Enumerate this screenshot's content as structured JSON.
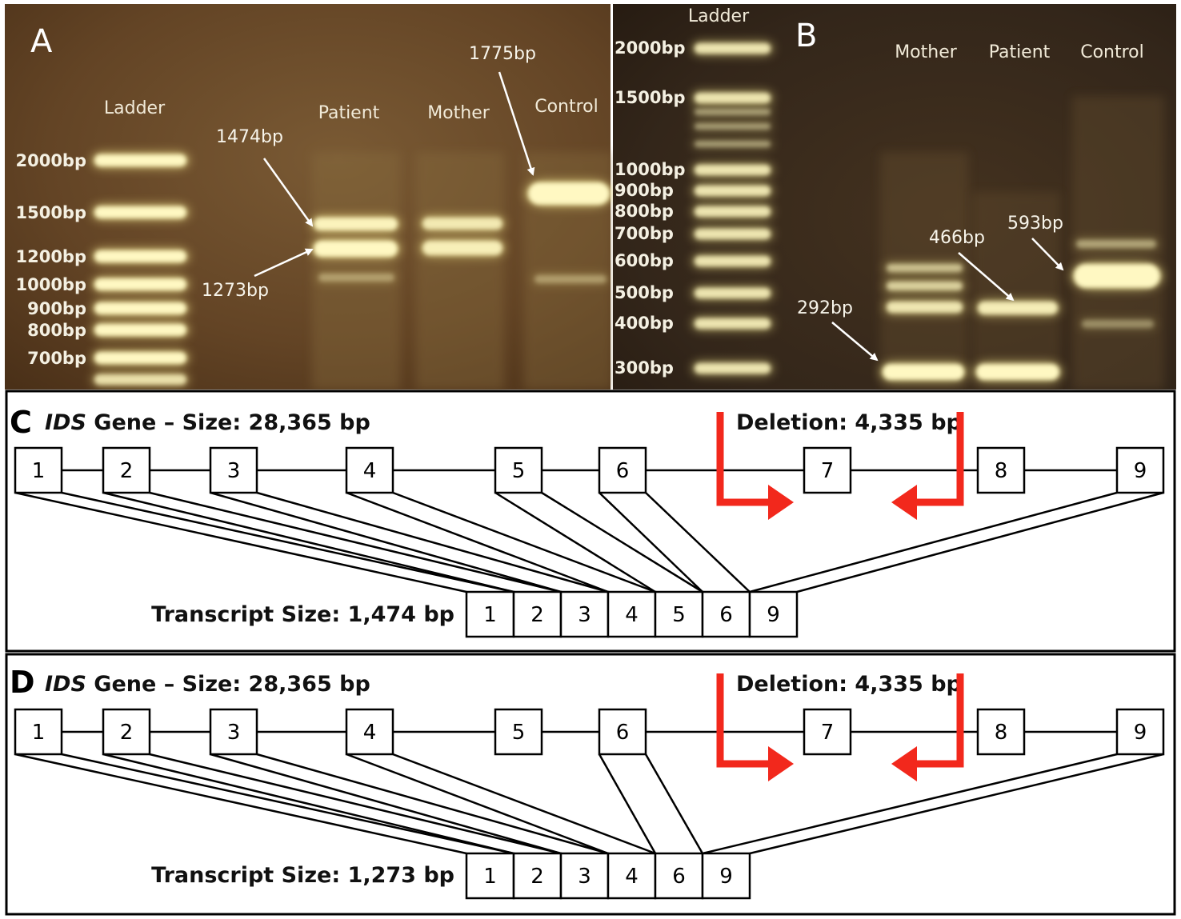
{
  "panel_a": {
    "letter": "A",
    "ladder_title": "Ladder",
    "ladder_labels": [
      "2000bp",
      "1500bp",
      "1200bp",
      "1000bp",
      "900bp",
      "800bp",
      "700bp"
    ],
    "lanes": [
      "Patient",
      "Mother",
      "Control"
    ],
    "annotations": [
      "1474bp",
      "1273bp",
      "1775bp"
    ]
  },
  "panel_b": {
    "letter": "B",
    "ladder_title": "Ladder",
    "ladder_labels": [
      "2000bp",
      "1500bp",
      "1000bp",
      "900bp",
      "800bp",
      "700bp",
      "600bp",
      "500bp",
      "400bp",
      "300bp"
    ],
    "lanes": [
      "Mother",
      "Patient",
      "Control"
    ],
    "annotations": [
      "466bp",
      "593bp",
      "292bp"
    ]
  },
  "panel_c": {
    "letter": "C",
    "gene_name": "IDS",
    "gene_size": " Gene – Size: 28,365 bp",
    "deletion": "Deletion: 4,335 bp",
    "exons": [
      "1",
      "2",
      "3",
      "4",
      "5",
      "6",
      "7",
      "8",
      "9"
    ],
    "transcript_label": "Transcript Size: 1,474 bp",
    "transcript_exons": [
      "1",
      "2",
      "3",
      "4",
      "5",
      "6",
      "9"
    ]
  },
  "panel_d": {
    "letter": "D",
    "gene_name": "IDS",
    "gene_size": " Gene – Size: 28,365 bp",
    "deletion": "Deletion: 4,335 bp",
    "exons": [
      "1",
      "2",
      "3",
      "4",
      "5",
      "6",
      "7",
      "8",
      "9"
    ],
    "transcript_label": "Transcript Size: 1,273 bp",
    "transcript_exons": [
      "1",
      "2",
      "3",
      "4",
      "6",
      "9"
    ]
  },
  "colors": {
    "gel_a": "#6b4a2c",
    "gel_b": "#3a2a1c",
    "band": "#fff6b4",
    "arrow_red": "#f2281c"
  }
}
